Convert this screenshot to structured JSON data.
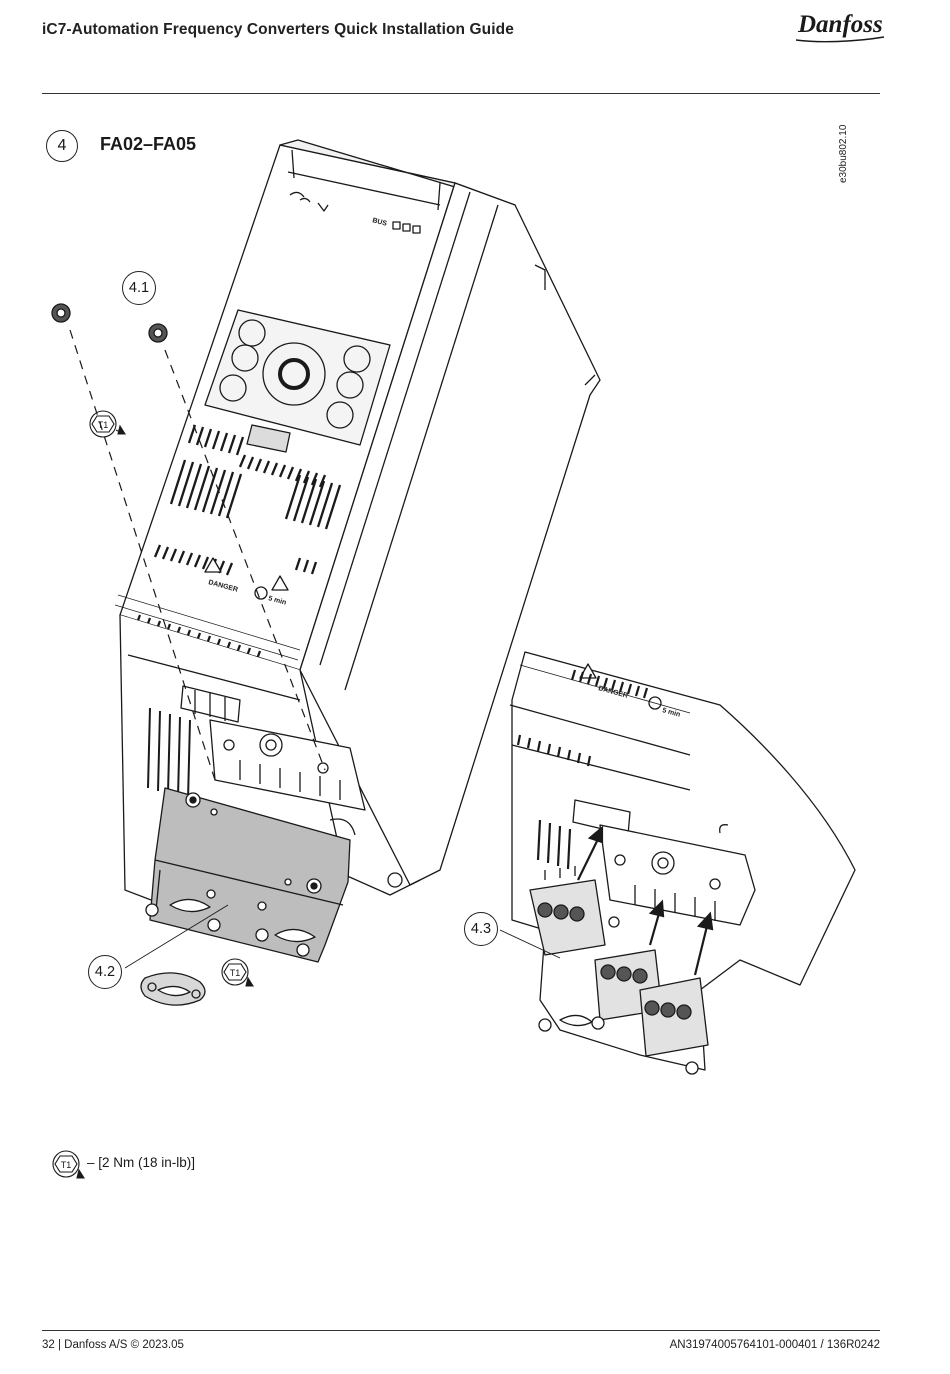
{
  "header": {
    "title": "iC7-Automation Frequency Converters Quick Installation Guide",
    "logo_text": "Danfoss"
  },
  "step": {
    "number": "4",
    "title": "FA02–FA05",
    "reference_code": "e30bu802.10"
  },
  "figure": {
    "callouts": {
      "c41": "4.1",
      "c42": "4.2",
      "c43": "4.3"
    },
    "torque_symbol": "T1",
    "panel_labels": {
      "danger": "DANGER",
      "time": "5 min",
      "bus": "BUS"
    }
  },
  "legend": {
    "symbol": "T1",
    "text": "– [2 Nm (18 in-lb)]"
  },
  "footer": {
    "left": "32 | Danfoss A/S © 2023.05",
    "right": "AN31974005764101-000401 / 136R0242"
  }
}
